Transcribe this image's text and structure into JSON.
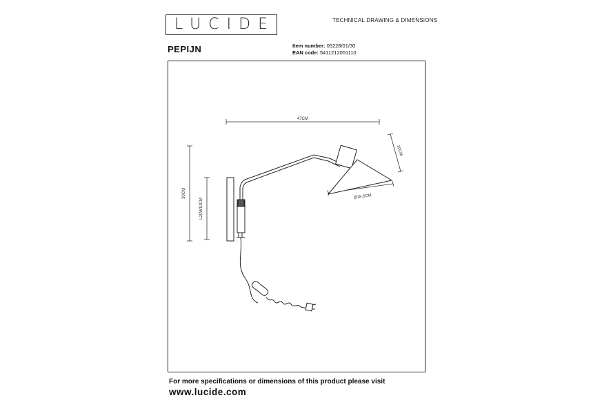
{
  "brand": {
    "logo_text": "LUCIDE"
  },
  "header": {
    "doc_type": "TECHNICAL DRAWING & DIMENSIONS"
  },
  "product": {
    "name": "PEPIJN",
    "item_label": "Item number:",
    "item_value": "05228/01/30",
    "ean_label": "EAN code:",
    "ean_value": "5411212051110"
  },
  "dimensions": {
    "width": "47CM",
    "height": "30CM",
    "backplate": "L20W10CM",
    "shade_height": "10CM",
    "shade_diameter": "Ø18.5CM"
  },
  "footer": {
    "line": "For more specifications or dimensions of this product please visit",
    "url": "www.lucide.com"
  }
}
